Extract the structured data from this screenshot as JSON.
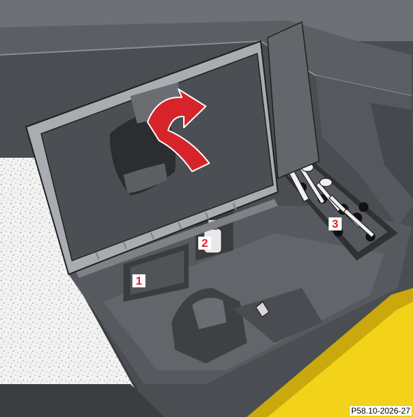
{
  "figure": {
    "reference": "P58.10-2026-27",
    "callouts": [
      "1",
      "2",
      "3"
    ]
  },
  "colors": {
    "background": "#4a4d52",
    "surface": "#5b5e63",
    "dark": "#2e3034",
    "highlight": "#7e8186",
    "arrow": "#d7242b",
    "callout_text": "#e1222b",
    "bumper": "#f3d21a"
  }
}
